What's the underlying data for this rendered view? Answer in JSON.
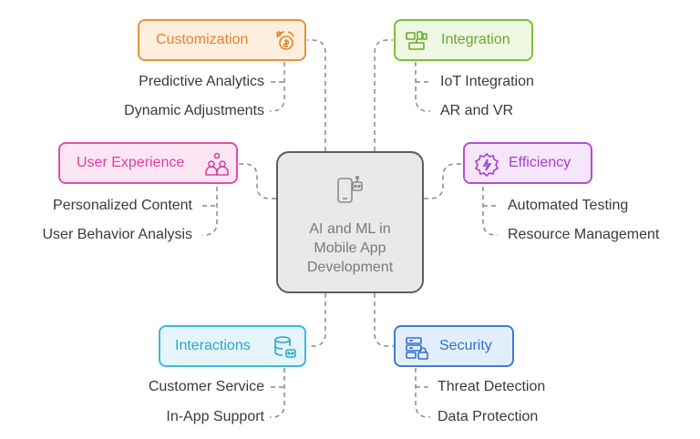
{
  "center": {
    "title": "AI and ML in Mobile App Development",
    "icon": "mobile-robot-icon"
  },
  "branches": {
    "customization": {
      "label": "Customization",
      "icon": "money-gear-icon",
      "color": "#e8923a",
      "fill": "#fdeede",
      "items": [
        "Predictive Analytics",
        "Dynamic Adjustments"
      ]
    },
    "user_experience": {
      "label": "User Experience",
      "icon": "users-icon",
      "color": "#e04fa8",
      "fill": "#fde6f4",
      "items": [
        "Personalized Content",
        "User Behavior Analysis"
      ]
    },
    "interactions": {
      "label": "Interactions",
      "icon": "database-chat-icon",
      "color": "#3fb7dd",
      "fill": "#e4f6fc",
      "items": [
        "Customer Service",
        "In-App Support"
      ]
    },
    "integration": {
      "label": "Integration",
      "icon": "devices-icon",
      "color": "#7cbf3a",
      "fill": "#eef8e2",
      "items": [
        "IoT Integration",
        "AR and VR"
      ]
    },
    "efficiency": {
      "label": "Efficiency",
      "icon": "gear-lightning-icon",
      "color": "#b24ed8",
      "fill": "#f5e6fb",
      "items": [
        "Automated Testing",
        "Resource Management"
      ]
    },
    "security": {
      "label": "Security",
      "icon": "server-lock-icon",
      "color": "#3d7bd9",
      "fill": "#e3eefc",
      "items": [
        "Threat Detection",
        "Data Protection"
      ]
    }
  }
}
